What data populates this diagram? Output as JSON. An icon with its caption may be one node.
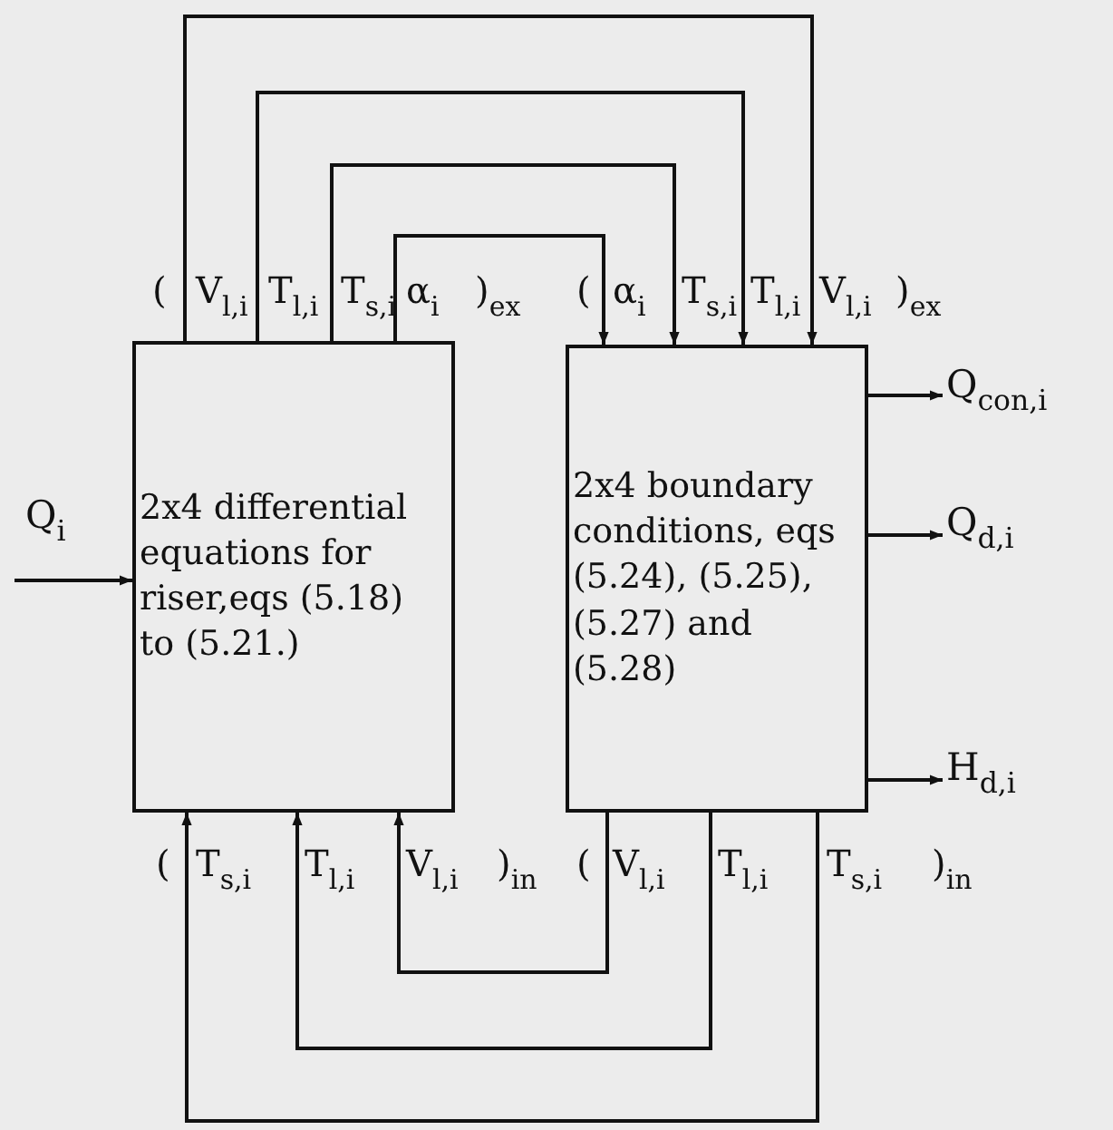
{
  "diagram": {
    "nodes": [
      {
        "text": [
          "2x4 differential equations for riser,eqs (5.18) to (5.21.)"
        ]
      },
      {
        "text": [
          "2x4 boundary conditions, eqs (5.24), (5.25), (5.27) and (5.28)"
        ]
      },
      {
        "text": [
          "Q$_{i}$"
        ]
      },
      {
        "text": [
          "Q$_{con,i}$"
        ]
      },
      {
        "text": [
          "Q$_{d,i}$"
        ]
      },
      {
        "text": [
          "H$_{d,i}$"
        ]
      }
    ],
    "edges": [
      {
        "from": 0,
        "to": 1,
        "arrow": "to"
      },
      {
        "from": 0,
        "to": 1,
        "arrow": "to"
      },
      {
        "from": 0,
        "to": 1,
        "arrow": "to"
      },
      {
        "from": 0,
        "to": 1,
        "arrow": "to"
      },
      {
        "from": 1,
        "to": 0,
        "arrow": "to"
      },
      {
        "from": 1,
        "to": 0,
        "arrow": "to"
      },
      {
        "from": 1,
        "to": 0,
        "arrow": "to"
      },
      {
        "from": 2,
        "to": 0,
        "arrow": "to"
      },
      {
        "from": 1,
        "to": 3,
        "arrow": "to"
      },
      {
        "from": 1,
        "to": 4,
        "arrow": "to"
      },
      {
        "from": 1,
        "to": 5,
        "arrow": "to"
      }
    ],
    "labels": [
      "(",
      "V$_{l,i}$",
      "T$_{l,i}$",
      "T$_{s,i}$",
      "α$_{i}$",
      ")$_{ex}$",
      "(",
      "α$_{i}$",
      "T$_{s,i}$",
      "T$_{l,i}$",
      "V$_{l,i}$",
      ")$_{ex}$",
      "(",
      "T$_{s,i}$",
      "T$_{l,i}$",
      "V$_{l,i}$",
      ")$_{in}$",
      "(",
      "V$_{l,i}$",
      "T$_{l,i}$",
      "T$_{s,i}$",
      ")$_{in}$"
    ]
  }
}
